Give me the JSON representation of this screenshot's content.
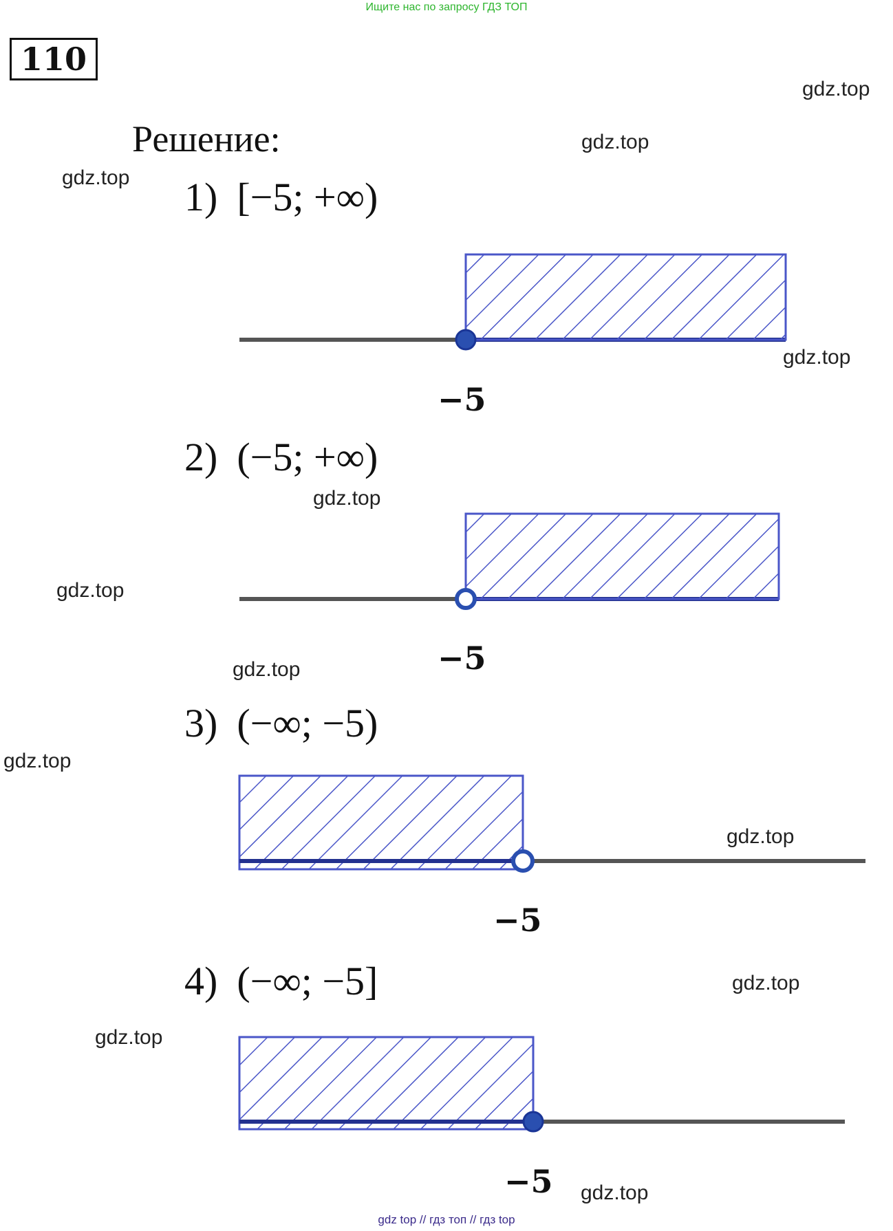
{
  "banner": "Ищите нас по запросу ГДЗ ТОП",
  "problem_number": "110",
  "heading": "Решение:",
  "watermark_text": "gdz.top",
  "footer": "gdz top  //  гдз топ  //  гдз top",
  "items": [
    {
      "num": "1)",
      "interval": "[−5; +∞)",
      "point_label": "−5",
      "shade": "right",
      "point": "closed"
    },
    {
      "num": "2)",
      "interval": "(−5; +∞)",
      "point_label": "−5",
      "shade": "right",
      "point": "open"
    },
    {
      "num": "3)",
      "interval": "(−∞; −5)",
      "point_label": "−5",
      "shade": "left",
      "point": "open"
    },
    {
      "num": "4)",
      "interval": "(−∞; −5]",
      "point_label": "−5",
      "shade": "left",
      "point": "closed"
    }
  ],
  "colors": {
    "hatch": "#4a56c8",
    "axis": "#555555",
    "ray": "#23318f",
    "point_fill": "#2a4fb0",
    "point_stroke": "#1a3596"
  }
}
